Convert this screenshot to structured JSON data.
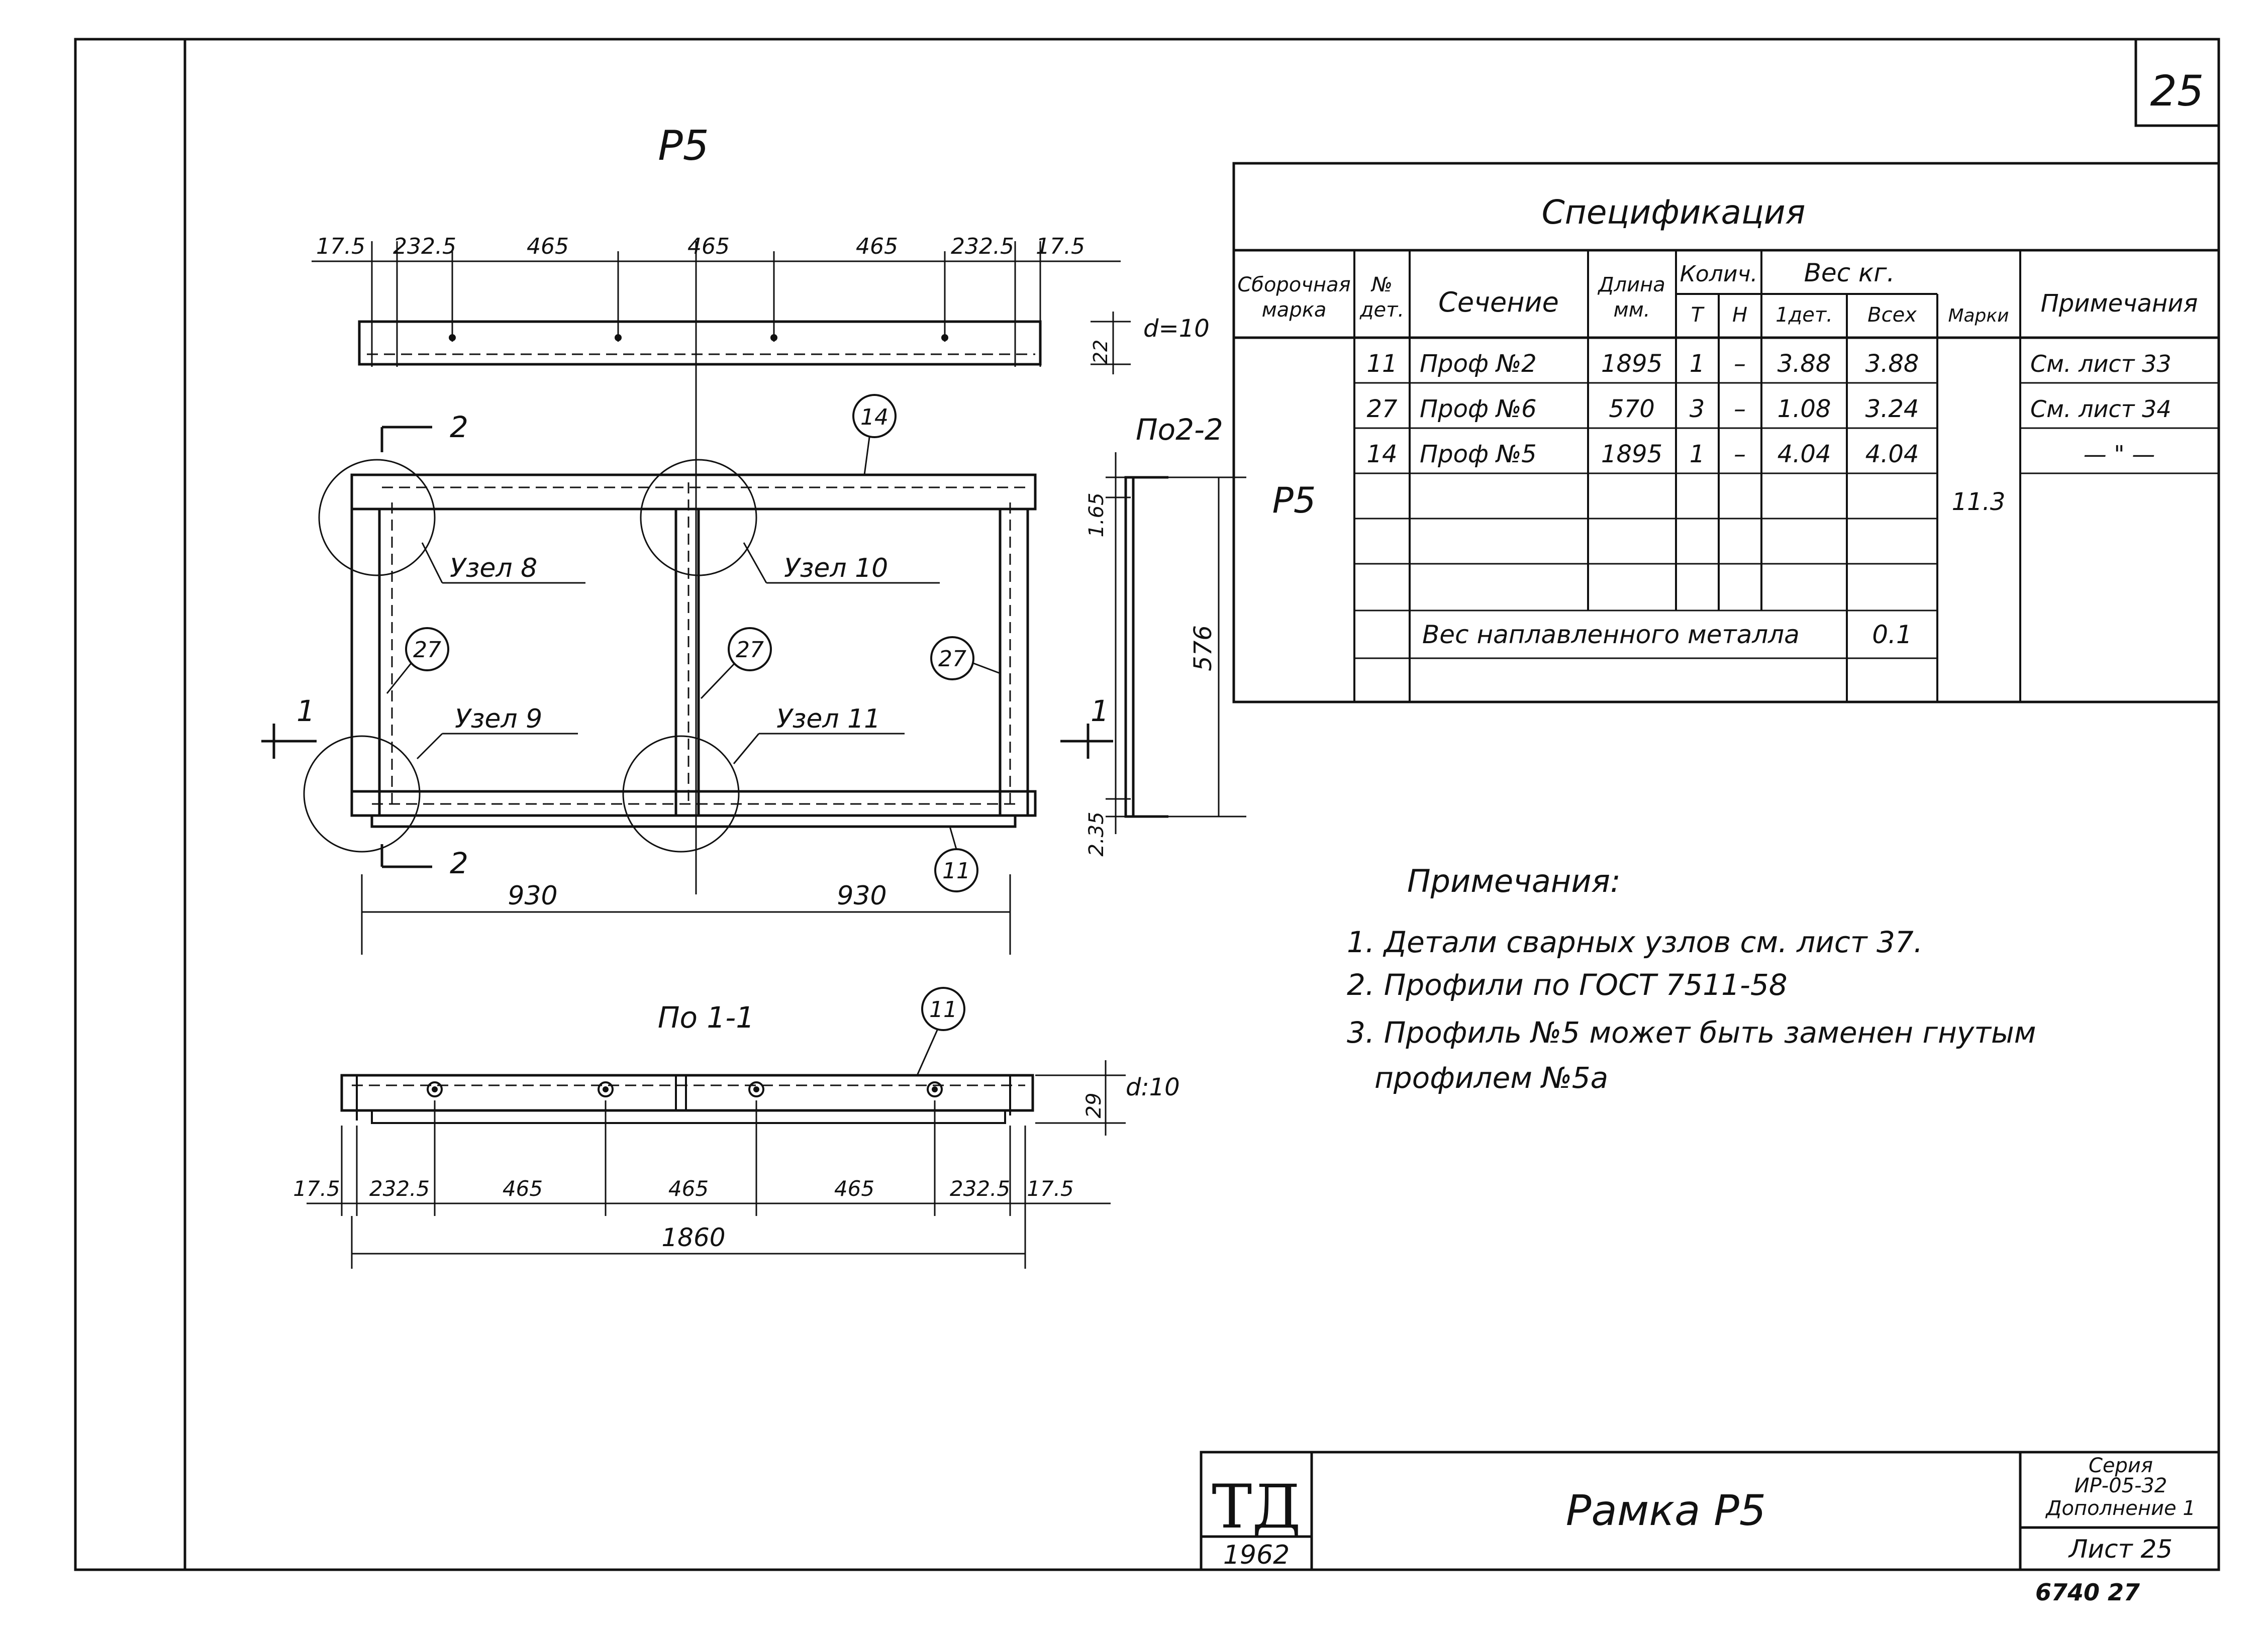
{
  "sheet": {
    "page_number": "25",
    "stamp_code": "6740   27"
  },
  "drawing": {
    "mark_label": "Р5",
    "top_dims": [
      "17.5",
      "232.5",
      "465",
      "465",
      "465",
      "232.5",
      "17.5"
    ],
    "top_thickness": "d=10",
    "top_height": "22",
    "section_label": "По2-2",
    "section_dim_top": "1.65",
    "section_dim_height": "576",
    "section_dim_bottom": "2.35",
    "cut_22": "2",
    "cut_11": "1",
    "nodes": [
      "Узел 8",
      "Узел 10",
      "Узел 9",
      "Узел 11"
    ],
    "part_callouts": [
      "14",
      "27",
      "27",
      "27",
      "11",
      "11"
    ],
    "span_dims": [
      "930",
      "930"
    ],
    "view11_label": "По 1-1",
    "bottom_thickness": "d:10",
    "bottom_height": "29",
    "bottom_dims": [
      "17.5",
      "232.5",
      "465",
      "465",
      "465",
      "232.5",
      "17.5"
    ],
    "overall_dim": "1860"
  },
  "spec": {
    "title": "Спецификация",
    "headers": {
      "mark": [
        "Сборочная",
        "марка"
      ],
      "num": [
        "№",
        "дет."
      ],
      "section": "Сечение",
      "length": [
        "Длина",
        "мм."
      ],
      "qty": "Колич.",
      "qty_t": "Т",
      "qty_n": "Н",
      "weight": "Вес кг.",
      "w1": "1дет.",
      "wall": "Всех",
      "wmark": "Марки",
      "notes": "Примечания"
    },
    "mark": "Р5",
    "rows": [
      {
        "num": "11",
        "section": "Проф №2",
        "length": "1895",
        "t": "1",
        "n": "–",
        "w1": "3.88",
        "wall": "3.88",
        "note": "См. лист 33"
      },
      {
        "num": "27",
        "section": "Проф №6",
        "length": "570",
        "t": "3",
        "n": "–",
        "w1": "1.08",
        "wall": "3.24",
        "note": "См. лист 34"
      },
      {
        "num": "14",
        "section": "Проф №5",
        "length": "1895",
        "t": "1",
        "n": "–",
        "w1": "4.04",
        "wall": "4.04",
        "note": "— \" —"
      }
    ],
    "mark_weight": "11.3",
    "weld_label": "Вес наплавленного металла",
    "weld_value": "0.1"
  },
  "notes": {
    "title": "Примечания:",
    "items": [
      "1. Детали сварных узлов см. лист 37.",
      "2. Профили по ГОСТ 7511-58",
      "3. Профиль №5 может быть заменен гнутым",
      "профилем №5а"
    ]
  },
  "title_block": {
    "org": "ТД",
    "year": "1962",
    "title": "Рамка Р5",
    "series": [
      "Серия",
      "ИР-05-32",
      "Дополнение 1"
    ],
    "sheet": "Лист 25"
  }
}
